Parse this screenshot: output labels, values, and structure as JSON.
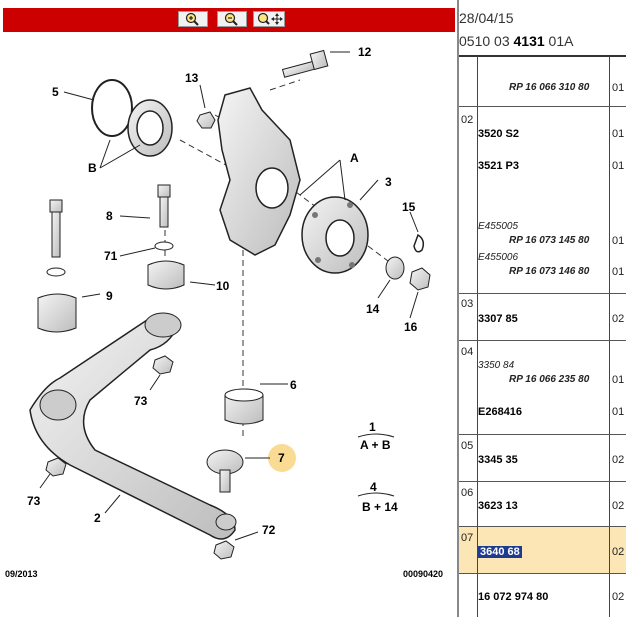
{
  "toolbar": {
    "zoom_in": "zoom-in-icon",
    "zoom_out": "zoom-out-icon",
    "zoom_fit": "zoom-fit-icon",
    "accent": "#cc0000"
  },
  "diagram": {
    "date_code": "09/2013",
    "figure_code": "00090420",
    "callouts": [
      "5",
      "13",
      "12",
      "A",
      "3",
      "B",
      "8",
      "71",
      "10",
      "15",
      "9",
      "14",
      "16",
      "6",
      "73",
      "1",
      "A + B",
      "7",
      "4",
      "B + 14",
      "73",
      "2",
      "72"
    ]
  },
  "header": {
    "date": "28/04/15",
    "code_prefix": "0510 03 ",
    "code_bold": "4131",
    "code_suffix": " 01A"
  },
  "rows": [
    {
      "num": "",
      "rp": "RP 16 066 310 80",
      "qty": "01"
    },
    {
      "num": "02",
      "ref1": "3520 S2",
      "q1": "01",
      "ref2": "3521 P3",
      "q2": "01",
      "it1": "E455005",
      "rp1": "RP 16 073 145 80",
      "q3": "01",
      "it2": "E455006",
      "rp2": "RP 16 073 146 80",
      "q4": "01"
    },
    {
      "num": "03",
      "ref": "3307 85",
      "qty": "02"
    },
    {
      "num": "04",
      "it": "3350 84",
      "rp": "RP 16 066 235 80",
      "q1": "01",
      "ref": "E268416",
      "q2": "01"
    },
    {
      "num": "05",
      "ref": "3345 35",
      "qty": "02"
    },
    {
      "num": "06",
      "ref": "3623 13",
      "qty": "02"
    },
    {
      "num": "07",
      "ref": "3640 68",
      "qty": "02"
    },
    {
      "num": "",
      "ref": "16 072 974 80",
      "qty": "02"
    }
  ]
}
